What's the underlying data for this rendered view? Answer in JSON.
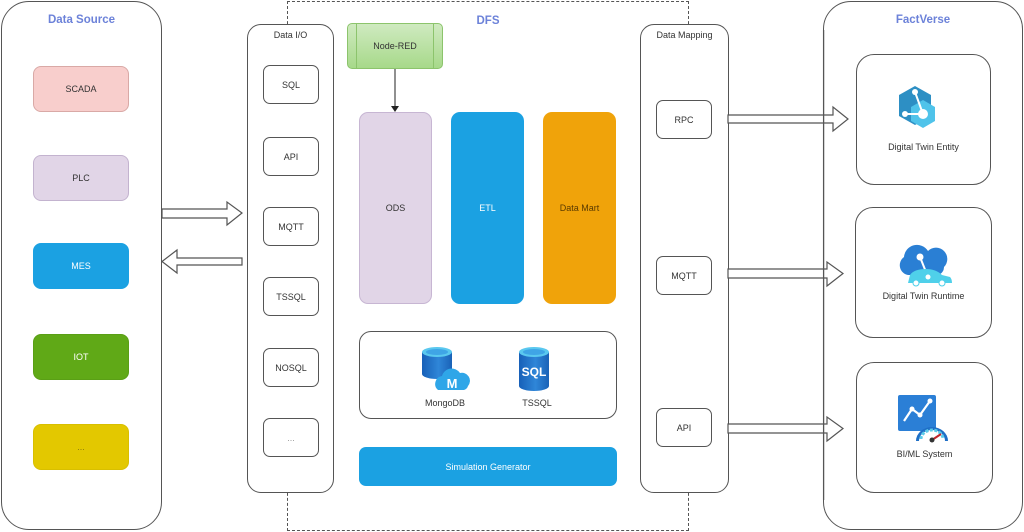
{
  "data_source": {
    "title": "Data Source",
    "items": [
      {
        "label": "SCADA",
        "fill": "#f8cecc",
        "border": "#d9a9a6",
        "text": "#333333"
      },
      {
        "label": "PLC",
        "fill": "#e1d5e7",
        "border": "#c3b3cf",
        "text": "#333333"
      },
      {
        "label": "MES",
        "fill": "#1ba1e2",
        "border": "#1ba1e2",
        "text": "#ffffff"
      },
      {
        "label": "IOT",
        "fill": "#60a917",
        "border": "#5a9f16",
        "text": "#ffffff"
      },
      {
        "label": "...",
        "fill": "#e3c800",
        "border": "#d8bf00",
        "text": "#8a7a10"
      }
    ]
  },
  "dfs": {
    "title": "DFS",
    "data_io": {
      "title": "Data I/O",
      "items": [
        "SQL",
        "API",
        "MQTT",
        "TSSQL",
        "NOSQL",
        "..."
      ]
    },
    "node_red": {
      "label": "Node-RED"
    },
    "stages": [
      {
        "label": "ODS",
        "fill": "#e1d5e7",
        "text": "#333333"
      },
      {
        "label": "ETL",
        "fill": "#1ba1e2",
        "text": "#ffffff"
      },
      {
        "label": "Data Mart",
        "fill": "#f0a30a",
        "text": "#5a3a00"
      }
    ],
    "databases": [
      {
        "label": "MongoDB",
        "icon": "mongodb-database-icon"
      },
      {
        "label": "TSSQL",
        "icon": "sql-database-icon"
      }
    ],
    "simulation": {
      "label": "Simulation Generator",
      "fill": "#1ba1e2"
    },
    "data_mapping": {
      "title": "Data Mapping",
      "items": [
        "RPC",
        "MQTT",
        "API"
      ]
    }
  },
  "factverse": {
    "title": "FactVerse",
    "items": [
      {
        "label": "Digital Twin Entity",
        "icon": "digital-twin-entity-icon"
      },
      {
        "label": "Digital Twin Runtime",
        "icon": "digital-twin-runtime-icon"
      },
      {
        "label": "BI/ML System",
        "icon": "bi-ml-system-icon"
      }
    ]
  },
  "colors": {
    "title_blue": "#6c82d9",
    "azure_blue": "#1ba1e2"
  }
}
